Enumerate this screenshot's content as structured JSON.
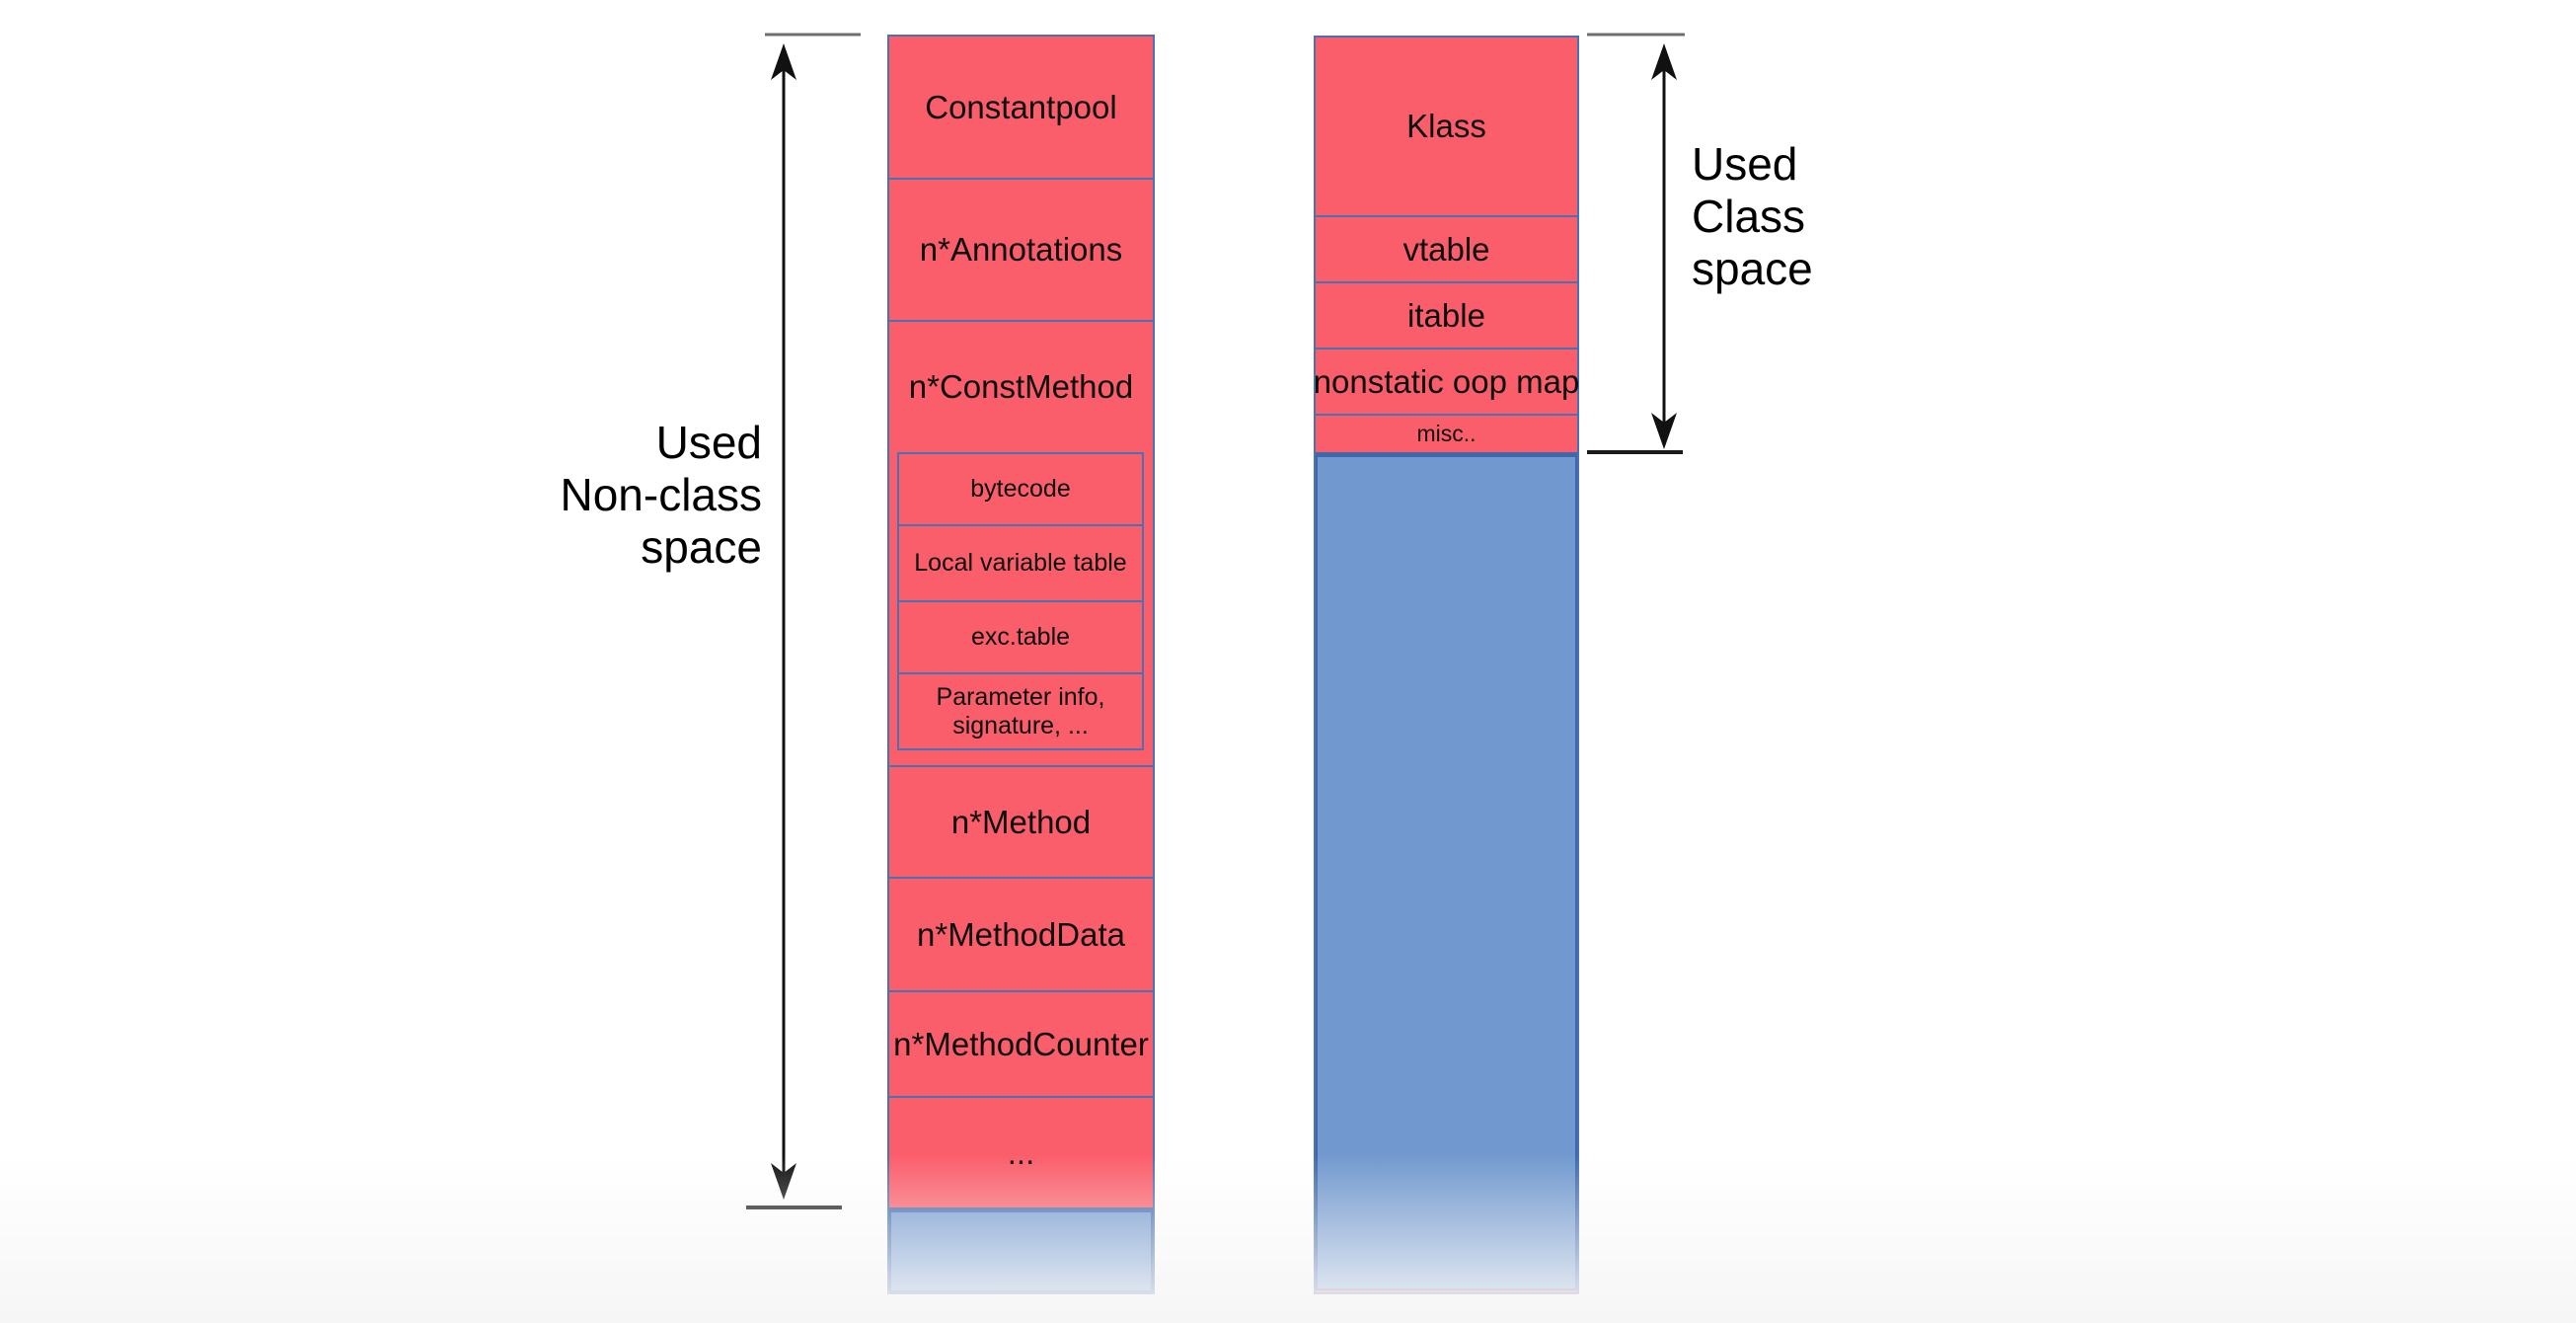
{
  "diagram": {
    "non_class_axis": {
      "line1": "Used",
      "line2": "Non-class",
      "line3": "space"
    },
    "class_axis": {
      "line1": "Used",
      "line2": "Class",
      "line3": "space"
    },
    "non_class_column": {
      "constantpool": "Constantpool",
      "annotations": "n*Annotations",
      "constmethod": "n*ConstMethod",
      "constmethod_children": {
        "bytecode": "bytecode",
        "local_variable_table": "Local variable table",
        "exc_table": "exc.table",
        "parameter_info_line1": "Parameter info,",
        "parameter_info_line2": "signature, ..."
      },
      "method": "n*Method",
      "methoddata": "n*MethodData",
      "methodcounter": "n*MethodCounter",
      "ellipsis": "..."
    },
    "class_column": {
      "klass": "Klass",
      "vtable": "vtable",
      "itable": "itable",
      "nonstatic_oop_map": "nonstatic oop map",
      "misc": "misc.."
    },
    "colors": {
      "used_fill": "#fb5e6b",
      "free_fill": "#7299cf",
      "box_border": "#4a71b3",
      "free_border": "#3e68a9",
      "arrow": "#111111",
      "tick_top": "#6e6e6e"
    }
  }
}
